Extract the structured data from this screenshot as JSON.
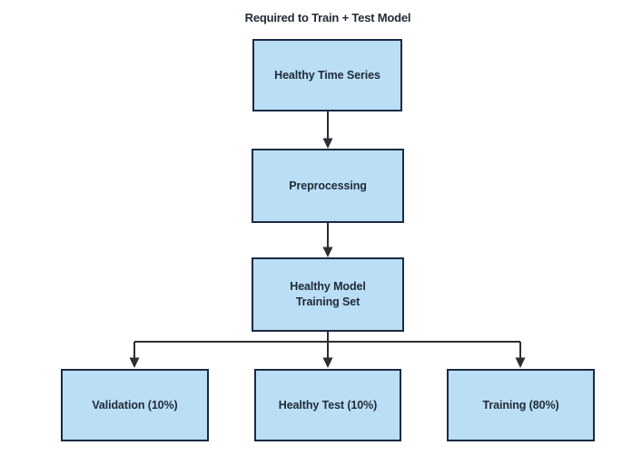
{
  "title": "Required to Train + Test Model",
  "nodes": {
    "healthy_time_series": {
      "label": "Healthy Time Series"
    },
    "preprocessing": {
      "label": "Preprocessing"
    },
    "healthy_model_training_set": {
      "label": "Healthy Model\nTraining Set"
    },
    "validation": {
      "label": "Validation (10%)"
    },
    "healthy_test": {
      "label": "Healthy Test (10%)"
    },
    "training": {
      "label": "Training (80%)"
    }
  },
  "edges": [
    {
      "from": "healthy_time_series",
      "to": "preprocessing"
    },
    {
      "from": "preprocessing",
      "to": "healthy_model_training_set"
    },
    {
      "from": "healthy_model_training_set",
      "to": "validation"
    },
    {
      "from": "healthy_model_training_set",
      "to": "healthy_test"
    },
    {
      "from": "healthy_model_training_set",
      "to": "training"
    }
  ],
  "colors": {
    "node-fill": "#b9def5",
    "node-border": "#1c2945",
    "text": "#222b38",
    "connector": "#2b2e34",
    "background": "#ffffff"
  }
}
